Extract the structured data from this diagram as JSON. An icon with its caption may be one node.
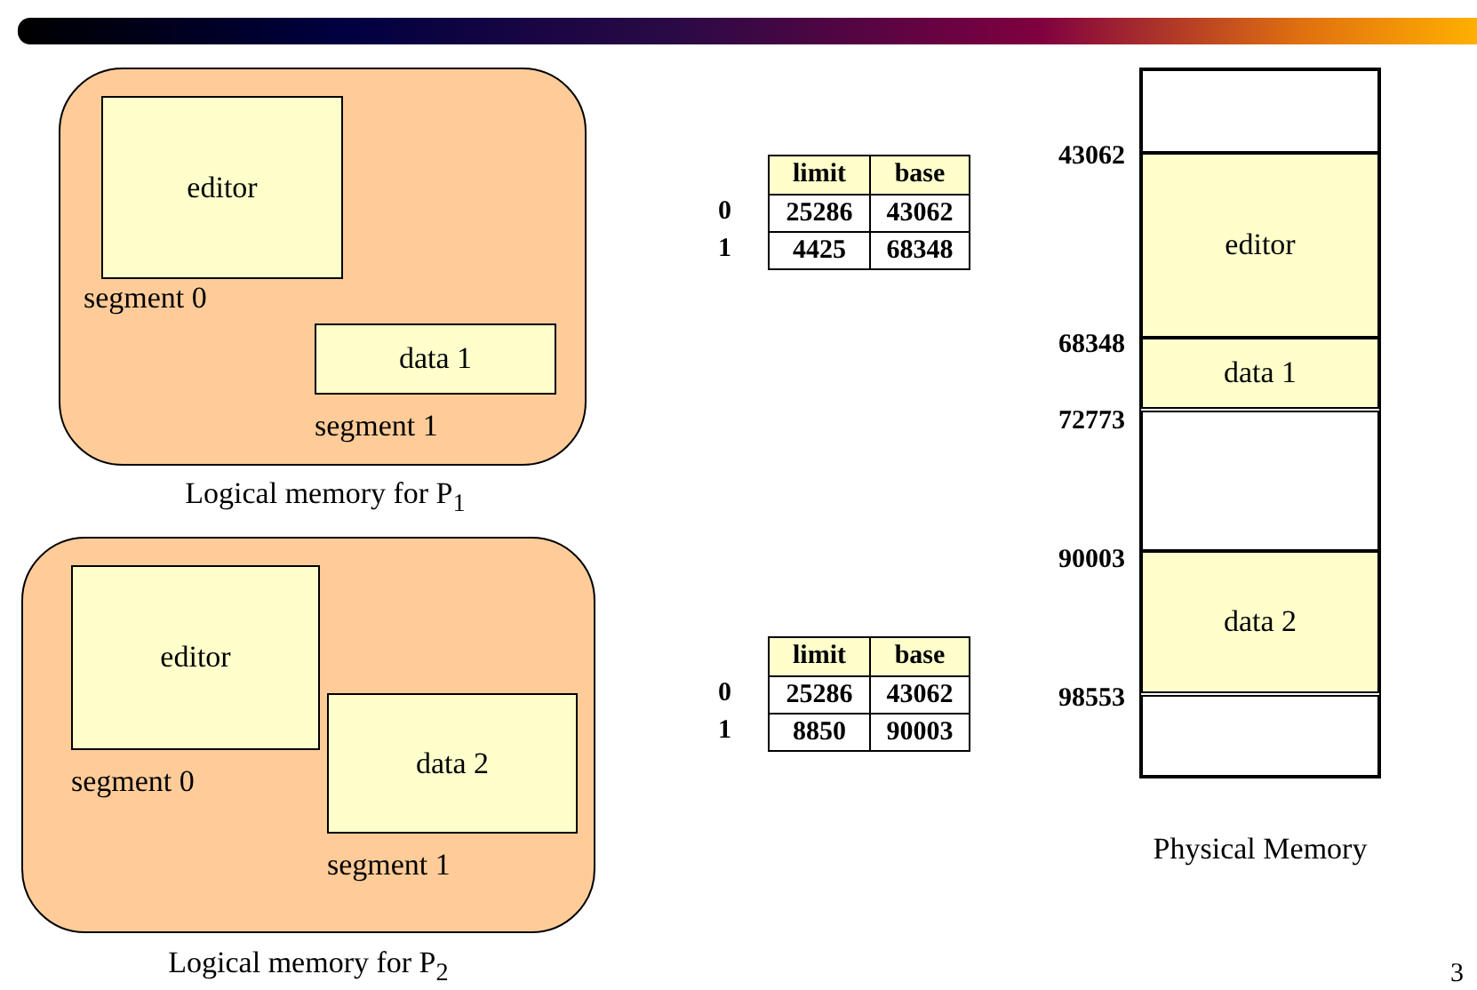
{
  "diagram": {
    "nodes": [
      {
        "text": [
          "Logical memory for P$_{1}$"
        ]
      },
      {
        "text": [
          "editor"
        ],
        "beside": [
          "segment 0"
        ],
        "in": 0
      },
      {
        "text": [
          "data 1"
        ],
        "beside": [
          "segment 1"
        ],
        "in": 0
      },
      {
        "text": [
          "Logical memory for P$_{2}$"
        ]
      },
      {
        "text": [
          "editor"
        ],
        "beside": [
          "segment 0"
        ],
        "in": 3
      },
      {
        "text": [
          "data 2"
        ],
        "beside": [
          "segment 1"
        ],
        "in": 3
      },
      {
        "text": [
          "Physical Memory"
        ]
      },
      {
        "text": [],
        "shape": "box",
        "in": 6
      },
      {
        "text": [
          "editor"
        ],
        "in": 6
      },
      {
        "text": [
          "data 1"
        ],
        "in": 6
      },
      {
        "text": [],
        "shape": "box",
        "in": 6
      },
      {
        "text": [
          "data 2"
        ],
        "in": 6
      },
      {
        "text": [],
        "shape": "box",
        "in": 6
      },
      {
        "text": [],
        "shape": "bar"
      }
    ],
    "edges": [],
    "labels": [
      "limit",
      "base",
      "0",
      "25286",
      "43062",
      "1",
      "4425",
      "68348",
      "limit",
      "base",
      "0",
      "25286",
      "43062",
      "1",
      "8850",
      "90003",
      "43062",
      "68348",
      "72773",
      "90003",
      "98553",
      "3"
    ]
  }
}
